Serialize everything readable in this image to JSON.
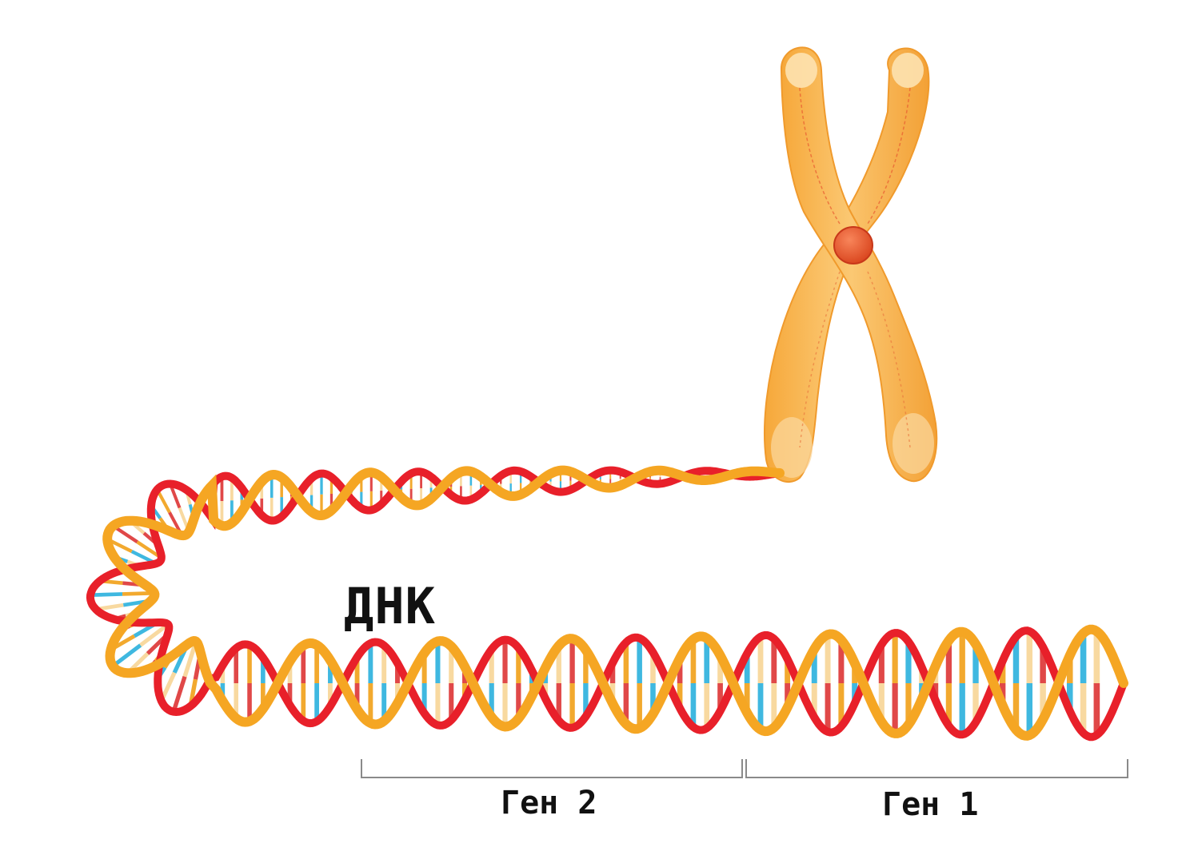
{
  "labels": {
    "dna": "ДНК",
    "gene_2": "Ген 2",
    "gene_1": "Ген 1"
  },
  "colors": {
    "strand_red": "#e8202a",
    "strand_orange": "#f5a623",
    "base_blue": "#3fb8e0",
    "base_orange": "#f2a92e",
    "base_red": "#e04848",
    "base_cream": "#f8d9a0",
    "chromosome_body": "#f7b24a",
    "chromosome_light": "#fde2b0",
    "centromere": "#ec5a2a",
    "bracket": "#8a8a8a"
  },
  "icons": {
    "chromosome": "chromosome-icon",
    "dna_helix": "dna-double-helix"
  }
}
